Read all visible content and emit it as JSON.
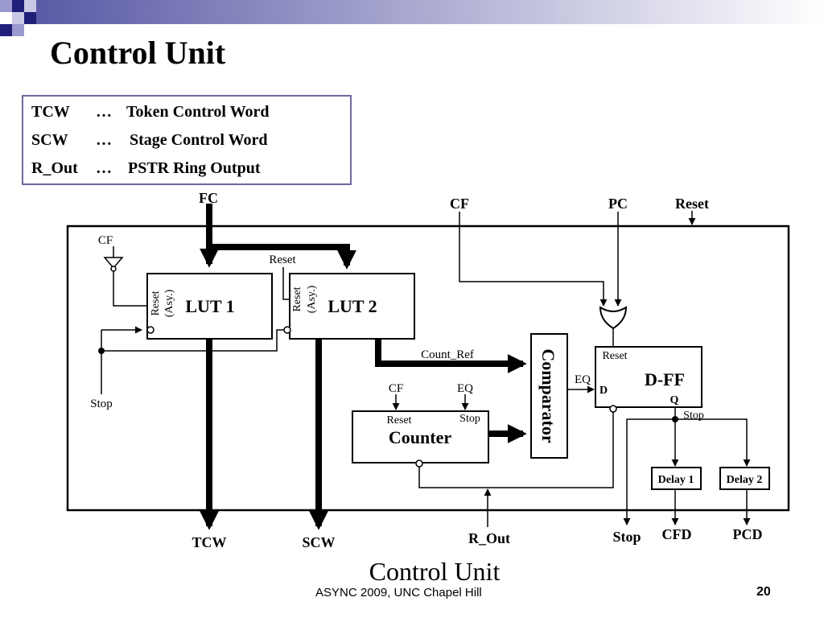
{
  "slide": {
    "title": "Control Unit",
    "caption": "Control Unit",
    "footer": "ASYNC 2009, UNC Chapel Hill",
    "page_number": "20"
  },
  "legend": [
    {
      "abbr": "TCW",
      "sep": "…",
      "meaning": "Token Control Word"
    },
    {
      "abbr": "SCW",
      "sep": "…",
      "meaning": "Stage Control Word"
    },
    {
      "abbr": "R_Out",
      "sep": "…",
      "meaning": "PSTR Ring Output"
    }
  ],
  "diagram": {
    "inputs": {
      "fc": "FC",
      "cf": "CF",
      "pc": "PC",
      "reset": "Reset"
    },
    "outputs": {
      "tcw": "TCW",
      "scw": "SCW",
      "r_out": "R_Out",
      "stop": "Stop",
      "cfd": "CFD",
      "pcd": "PCD"
    },
    "lut1": {
      "label": "LUT 1",
      "pin_reset": "Reset",
      "pin_asy": "(Asy.)"
    },
    "lut2": {
      "label": "LUT 2",
      "pin_reset": "Reset",
      "pin_asy": "(Asy.)",
      "reset_in": "Reset"
    },
    "cf_small": "CF",
    "stop_small": "Stop",
    "count_ref": "Count_Ref",
    "counter": {
      "label": "Counter",
      "pin_reset": "Reset",
      "pin_stop": "Stop",
      "in_cf": "CF",
      "in_eq": "EQ"
    },
    "comparator": {
      "label": "Comparator",
      "out_eq": "EQ"
    },
    "dff": {
      "label": "D-FF",
      "pin_reset": "Reset",
      "pin_d": "D",
      "pin_q": "Q",
      "q_label": "Stop"
    },
    "delay1": "Delay 1",
    "delay2": "Delay 2"
  },
  "colors": {
    "header_square_dark": "#1f1f7a",
    "header_square_light": "#9a9acf",
    "header_gradient_start": "#5a5aa6",
    "legend_border": "#6b6b9e",
    "wire": "#000000"
  }
}
